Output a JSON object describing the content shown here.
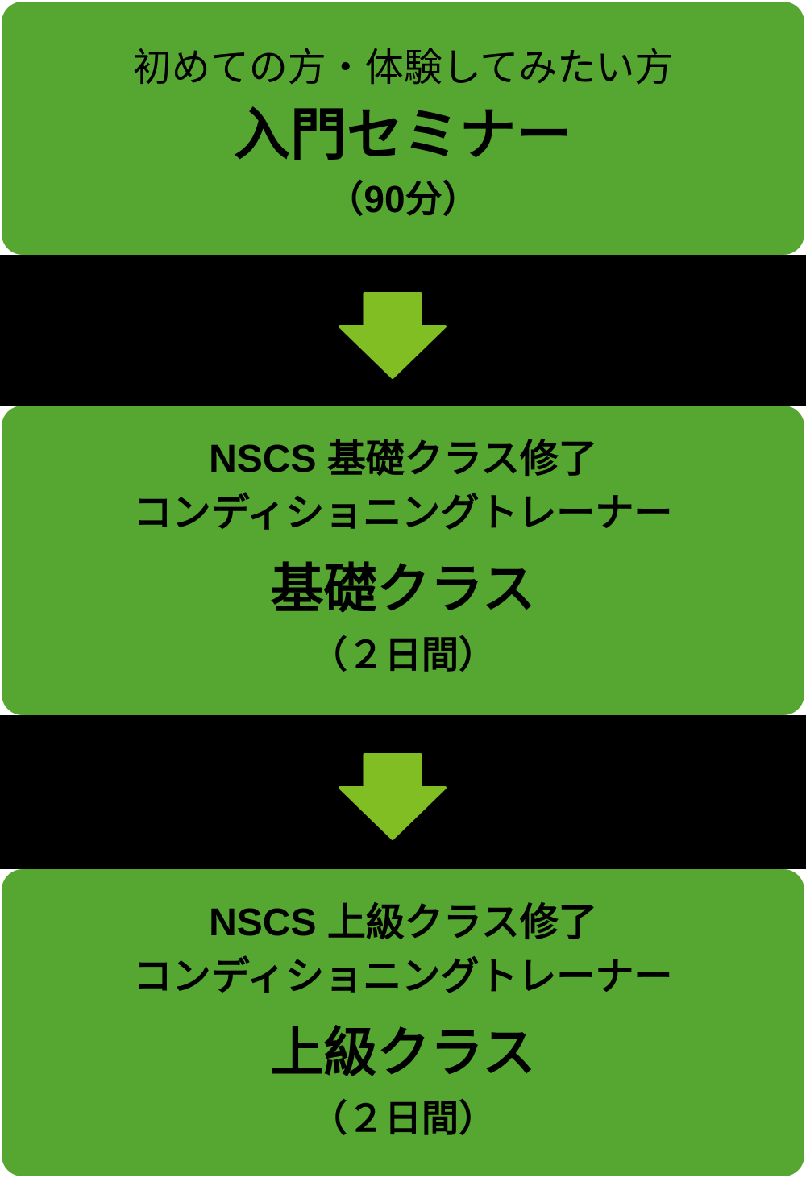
{
  "colors": {
    "box_green": "#55a731",
    "arrow_green": "#80be23",
    "gap_black": "#000000",
    "page_white": "#ffffff",
    "text_black": "#000000"
  },
  "flow": {
    "step1": {
      "subtitle": "初めての方・体験してみたい方",
      "title": "入門セミナー",
      "duration": "（90分）"
    },
    "step2": {
      "qual_line1": "NSCS 基礎クラス修了",
      "qual_line2": "コンディショニングトレーナー",
      "title": "基礎クラス",
      "duration": "（２日間）"
    },
    "step3": {
      "qual_line1": "NSCS 上級クラス修了",
      "qual_line2": "コンディショニングトレーナー",
      "title": "上級クラス",
      "duration": "（２日間）"
    }
  },
  "icons": {
    "down_arrow": "down-arrow-icon"
  }
}
